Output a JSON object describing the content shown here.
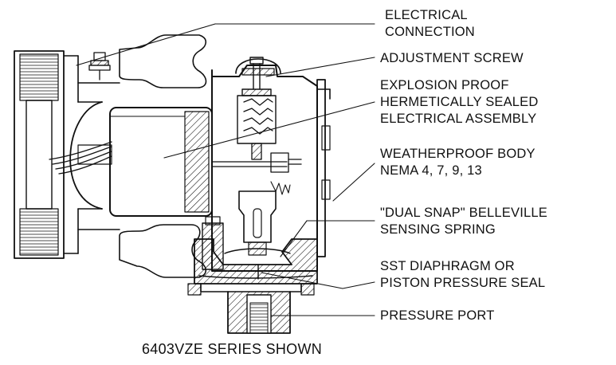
{
  "labels": {
    "electrical_connection": [
      "ELECTRICAL",
      "CONNECTION"
    ],
    "adjustment_screw": [
      "ADJUSTMENT SCREW"
    ],
    "explosion_proof": [
      "EXPLOSION PROOF",
      "HERMETICALLY SEALED",
      "ELECTRICAL ASSEMBLY"
    ],
    "weatherproof_body": [
      "WEATHERPROOF BODY",
      "NEMA 4, 7, 9, 13"
    ],
    "dual_snap": [
      "\"DUAL SNAP\" BELLEVILLE",
      "SENSING SPRING"
    ],
    "diaphragm": [
      "SST DIAPHRAGM OR",
      "PISTON PRESSURE SEAL"
    ],
    "pressure_port": [
      "PRESSURE PORT"
    ]
  },
  "caption": "6403VZE SERIES SHOWN",
  "colors": {
    "ink": "#111111",
    "background": "#ffffff"
  }
}
